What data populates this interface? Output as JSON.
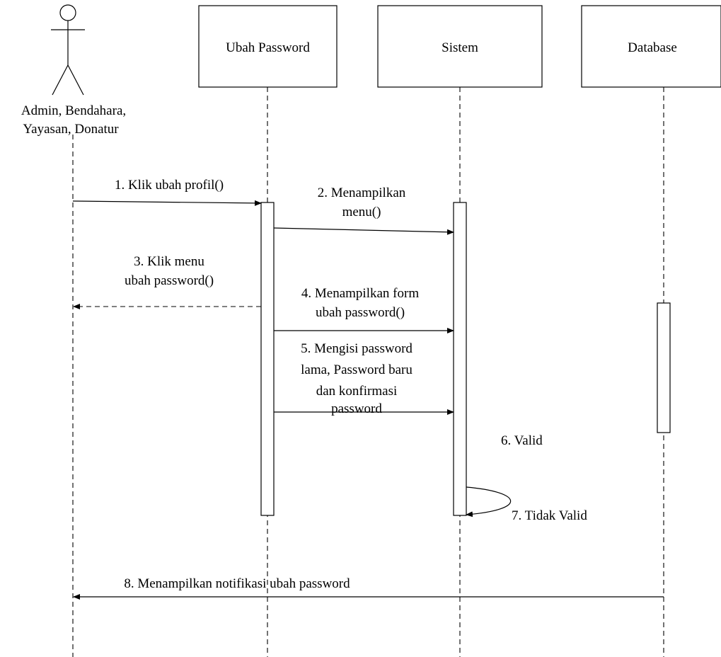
{
  "actor": {
    "name_line1": "Admin, Bendahara,",
    "name_line2": "Yayasan, Donatur"
  },
  "lifelines": [
    {
      "label": "Ubah Password"
    },
    {
      "label": "Sistem"
    },
    {
      "label": "Database"
    }
  ],
  "messages": [
    {
      "lines": [
        "1. Klik ubah profil()"
      ],
      "style": "solid"
    },
    {
      "lines": [
        "2. Menampilkan",
        "menu()"
      ],
      "style": "solid"
    },
    {
      "lines": [
        "3. Klik menu",
        "ubah password()"
      ],
      "style": "dashed"
    },
    {
      "lines": [
        "4. Menampilkan form",
        "ubah password()"
      ],
      "style": "solid"
    },
    {
      "lines": [
        "5. Mengisi password",
        "lama, Password baru",
        "dan konfirmasi",
        "password"
      ],
      "style": "solid"
    },
    {
      "lines": [
        "6. Valid"
      ],
      "style": "none"
    },
    {
      "lines": [
        "7. Tidak Valid"
      ],
      "style": "self"
    },
    {
      "lines": [
        "8. Menampilkan notifikasi ubah password"
      ],
      "style": "solid"
    }
  ]
}
